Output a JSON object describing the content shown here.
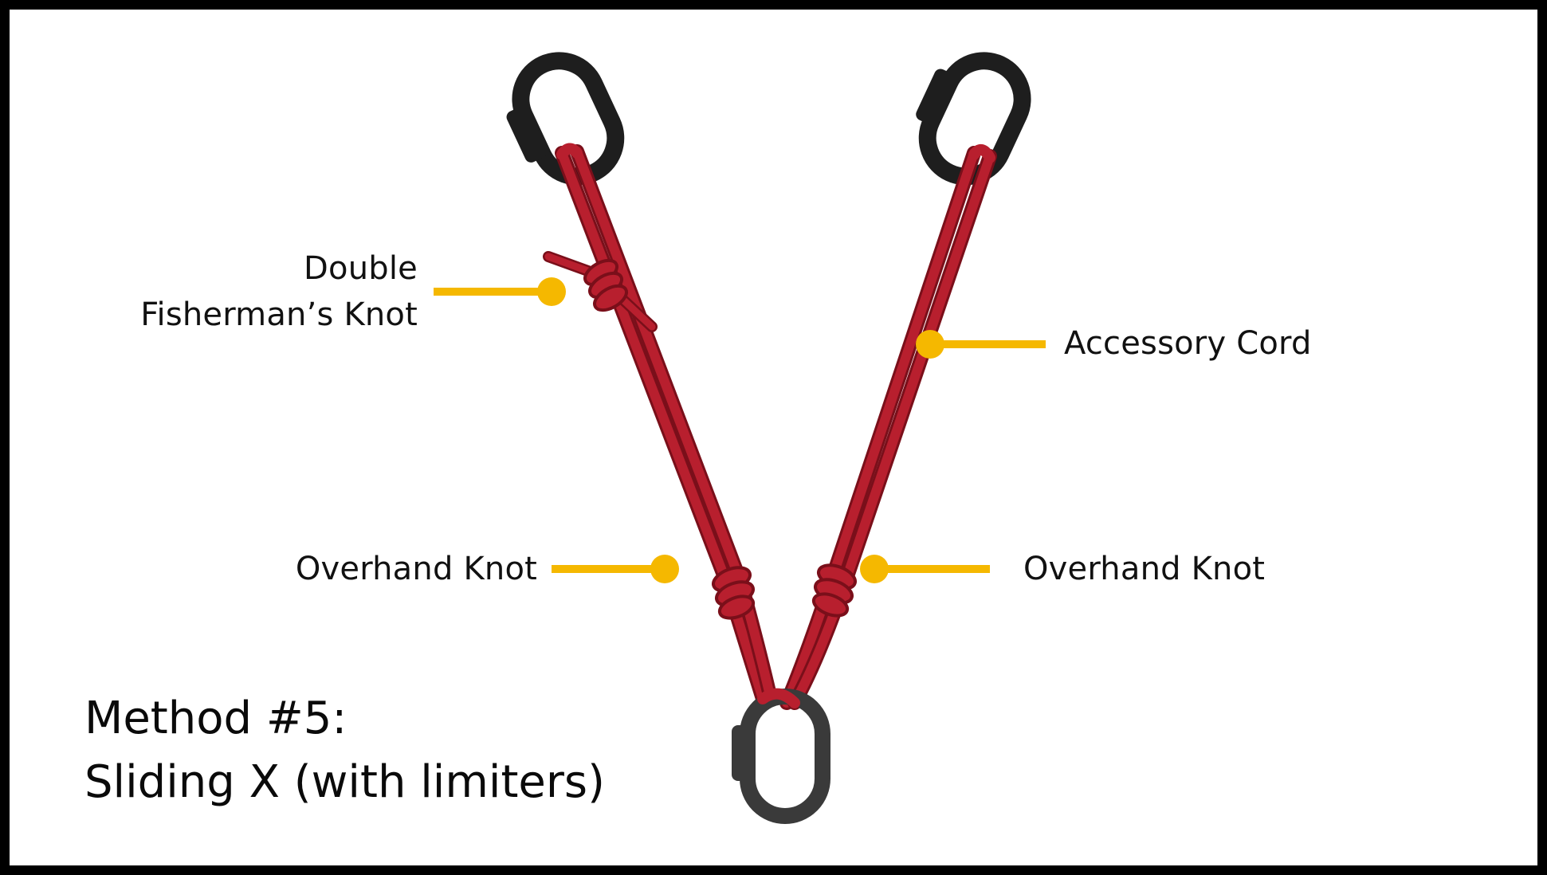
{
  "labels": {
    "fisherman_line1": "Double",
    "fisherman_line2": "Fisherman’s Knot",
    "accessory_cord": "Accessory Cord",
    "overhand_left": "Overhand Knot",
    "overhand_right": "Overhand Knot"
  },
  "title": {
    "line1": "Method #5:",
    "line2": "Sliding X (with limiters)"
  },
  "colors": {
    "cord": "#b81f2e",
    "cord_dark": "#7a0f1a",
    "carabiner": "#1e1e1e",
    "carabiner_bottom": "#3a3a3a",
    "callout": "#f5b800",
    "background": "#ffffff"
  }
}
